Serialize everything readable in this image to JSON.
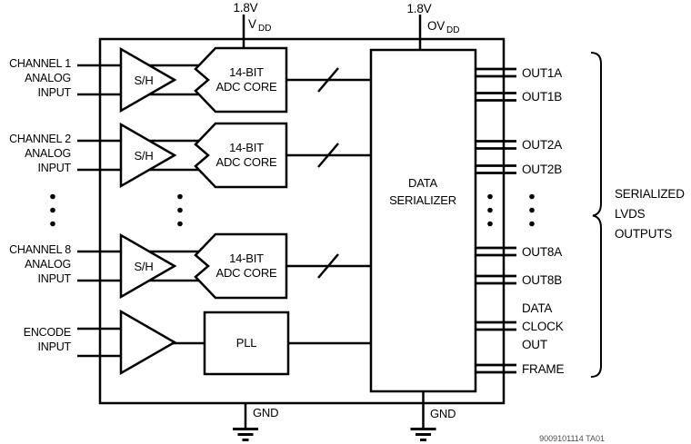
{
  "figure": {
    "id": "9009101114 TA01"
  },
  "power": {
    "vdd_voltage": "1.8V",
    "vdd_label": "V",
    "vdd_sub": "DD",
    "ovdd_voltage": "1.8V",
    "ovdd_label": "OV",
    "ovdd_sub": "DD"
  },
  "channels": [
    {
      "line1": "CHANNEL 1",
      "line2": "ANALOG",
      "line3": "INPUT",
      "amp": "S/H",
      "adc1": "14-BIT",
      "adc2": "ADC CORE"
    },
    {
      "line1": "CHANNEL 2",
      "line2": "ANALOG",
      "line3": "INPUT",
      "amp": "S/H",
      "adc1": "14-BIT",
      "adc2": "ADC CORE"
    },
    {
      "line1": "CHANNEL 8",
      "line2": "ANALOG",
      "line3": "INPUT",
      "amp": "S/H",
      "adc1": "14-BIT",
      "adc2": "ADC CORE"
    }
  ],
  "encode": {
    "line1": "ENCODE",
    "line2": "INPUT",
    "pll": "PLL"
  },
  "serializer": {
    "line1": "DATA",
    "line2": "SERIALIZER"
  },
  "outputs": {
    "out1a": "OUT1A",
    "out1b": "OUT1B",
    "out2a": "OUT2A",
    "out2b": "OUT2B",
    "out8a": "OUT8A",
    "out8b": "OUT8B",
    "clk1": "DATA",
    "clk2": "CLOCK",
    "clk3": "OUT",
    "frame": "FRAME"
  },
  "brace": {
    "line1": "SERIALIZED",
    "line2": "LVDS",
    "line3": "OUTPUTS"
  },
  "ground": {
    "left": "GND",
    "right": "GND"
  }
}
